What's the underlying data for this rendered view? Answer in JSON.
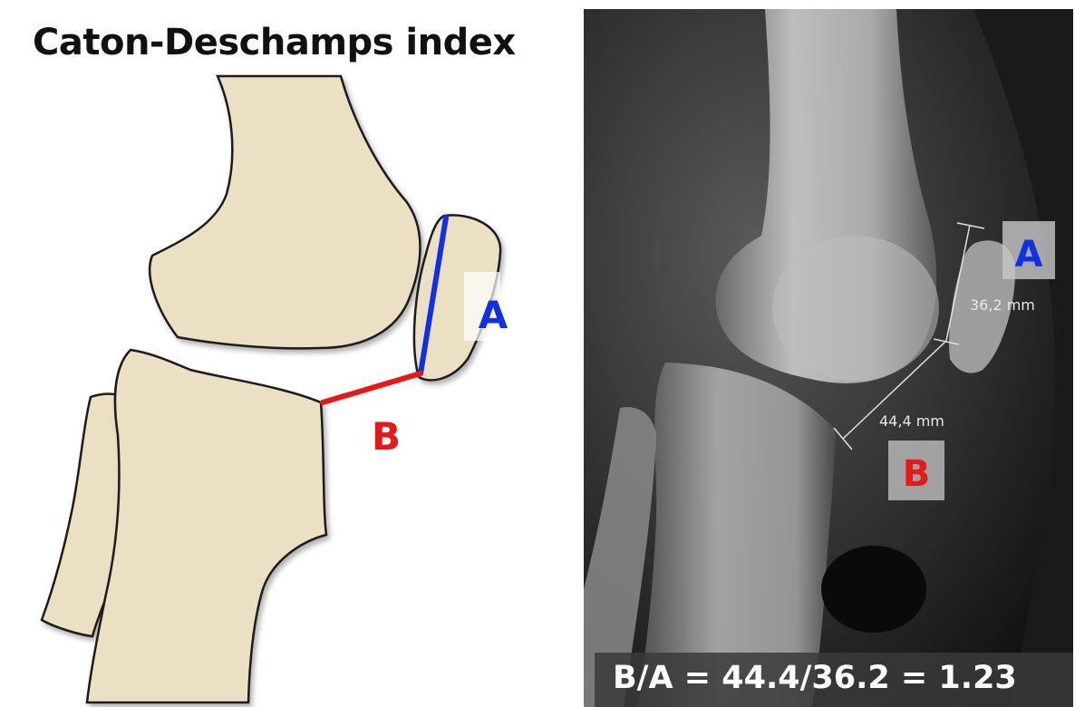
{
  "title": "Caton-Deschamps index",
  "diagram": {
    "label_a": "A",
    "label_b": "B",
    "color_a": "#1230e0",
    "color_b": "#e81818",
    "bone_fill": "#ece0c4"
  },
  "xray": {
    "label_a": "A",
    "label_b": "B",
    "measurement_a": "36,2 mm",
    "measurement_b": "44,4 mm",
    "formula": "B/A = 44.4/36.2 = 1.23"
  }
}
